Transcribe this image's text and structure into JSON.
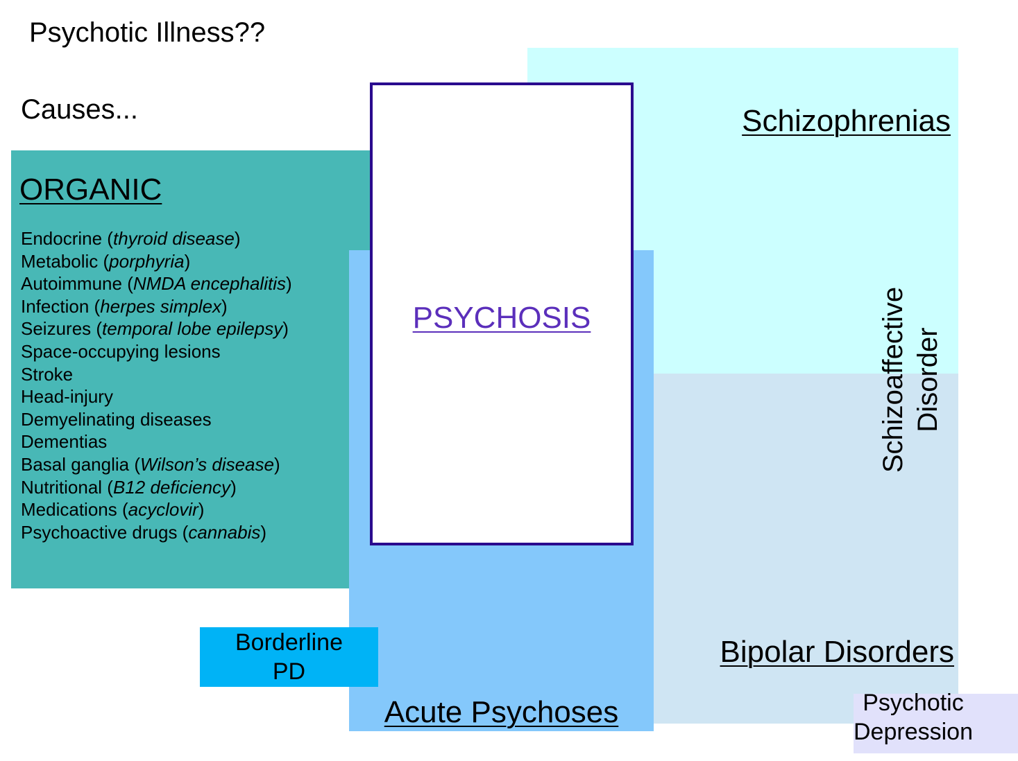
{
  "title": "Psychotic Illness??",
  "causes_label": "Causes...",
  "colors": {
    "schizophrenias_bg": "#ccffff",
    "bipolar_bg": "#cfe5f3",
    "organic_bg": "#48b8b6",
    "acute_bg": "#84c8fb",
    "psychosis_border": "#2a0b8e",
    "psychosis_text": "#5b2fbb",
    "borderline_bg": "#00b3f6",
    "depression_bg": "#e1e1fb"
  },
  "schizophrenias": {
    "label": "Schizophrenias"
  },
  "bipolar": {
    "label": "Bipolar Disorders"
  },
  "acute": {
    "label": "Acute Psychoses"
  },
  "psychosis": {
    "label": "PSYCHOSIS"
  },
  "schizoaffective": {
    "line1": "Schizoaffective",
    "line2": "Disorder"
  },
  "borderline": {
    "line1": "Borderline",
    "line2": "PD"
  },
  "depression": {
    "line1": "Psychotic",
    "line2": "Depression"
  },
  "organic": {
    "heading": "ORGANIC",
    "items": [
      {
        "name": "Endocrine",
        "example": "thyroid disease"
      },
      {
        "name": "Metabolic",
        "example": "porphyria"
      },
      {
        "name": "Autoimmune",
        "example": "NMDA encephalitis"
      },
      {
        "name": "Infection",
        "example": "herpes simplex"
      },
      {
        "name": "Seizures",
        "example": "temporal lobe epilepsy"
      },
      {
        "name": "Space-occupying lesions",
        "example": ""
      },
      {
        "name": "Stroke",
        "example": ""
      },
      {
        "name": "Head-injury",
        "example": ""
      },
      {
        "name": "Demyelinating diseases",
        "example": ""
      },
      {
        "name": "Dementias",
        "example": ""
      },
      {
        "name": "Basal ganglia",
        "example": "Wilson’s disease"
      },
      {
        "name": "Nutritional",
        "example": "B12 deficiency"
      },
      {
        "name": "Medications",
        "example": "acyclovir"
      },
      {
        "name": "Psychoactive drugs",
        "example": "cannabis"
      }
    ]
  }
}
